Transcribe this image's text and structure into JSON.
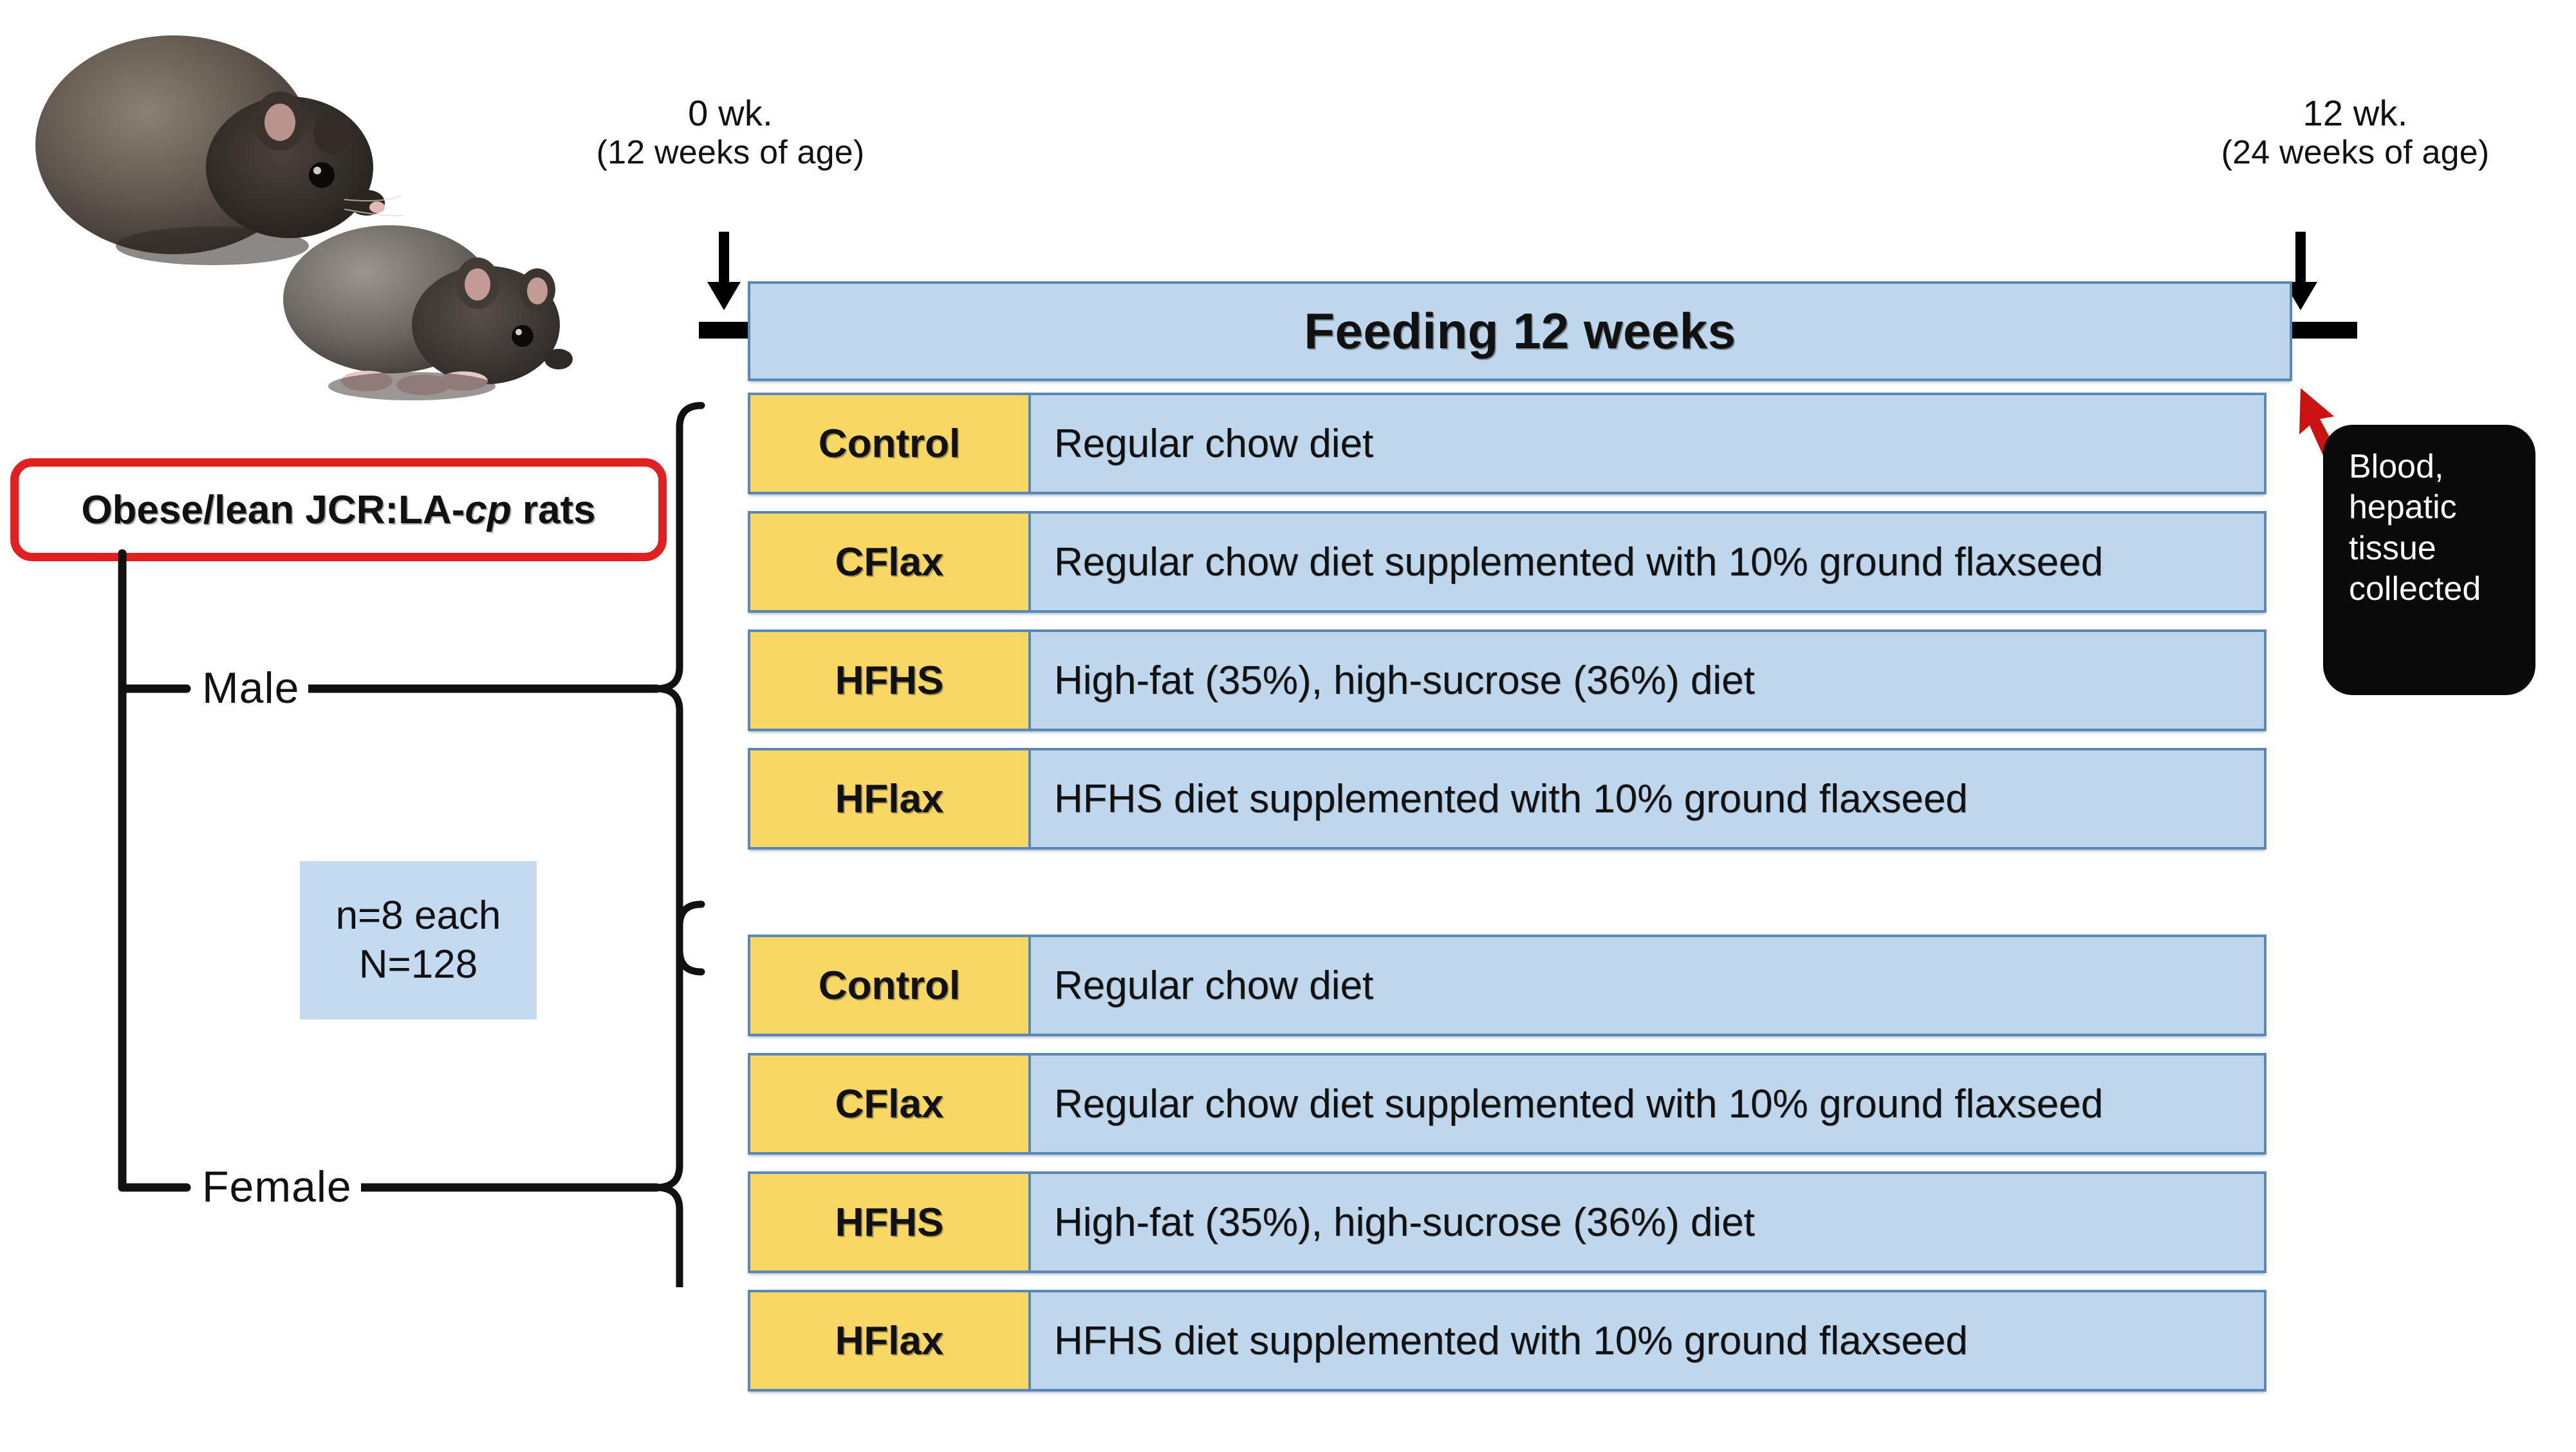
{
  "timeline": {
    "start": {
      "week": "0 wk.",
      "age": "(12 weeks of age)"
    },
    "end": {
      "week": "12 wk.",
      "age": "(24 weeks of age)"
    },
    "banner_label": "Feeding 12 weeks"
  },
  "species": {
    "prefix": "Obese/lean JCR:LA-",
    "gene": "cp",
    "suffix": " rats"
  },
  "sample_size": {
    "per_group": "n=8 each",
    "total": "N=128"
  },
  "sexes": [
    {
      "label": "Male"
    },
    {
      "label": "Female"
    }
  ],
  "groups": [
    {
      "sex": "Male",
      "rows": [
        {
          "tag": "Control",
          "description": "Regular chow diet"
        },
        {
          "tag": "CFlax",
          "description": "Regular chow diet supplemented with 10% ground flaxseed"
        },
        {
          "tag": "HFHS",
          "description": "High-fat (35%), high-sucrose (36%) diet"
        },
        {
          "tag": "HFlax",
          "description": "HFHS  diet supplemented with 10% ground flaxseed"
        }
      ]
    },
    {
      "sex": "Female",
      "rows": [
        {
          "tag": "Control",
          "description": "Regular chow diet"
        },
        {
          "tag": "CFlax",
          "description": "Regular chow diet supplemented with 10% ground flaxseed"
        },
        {
          "tag": "HFHS",
          "description": "High-fat (35%), high-sucrose (36%) diet"
        },
        {
          "tag": "HFlax",
          "description": "HFHS  diet supplemented with 10% ground flaxseed"
        }
      ]
    }
  ],
  "collection": {
    "lines": [
      "Blood,",
      "hepatic",
      "tissue",
      "collected"
    ]
  },
  "colors": {
    "tag_yellow": "#f8d765",
    "panel_blue": "#bed7ec",
    "panel_border": "#5b87b5",
    "n_box_blue": "#c3daf0",
    "species_red": "#e32020",
    "cursor_red": "#cc1111",
    "callout_black": "#0a0a0a"
  }
}
